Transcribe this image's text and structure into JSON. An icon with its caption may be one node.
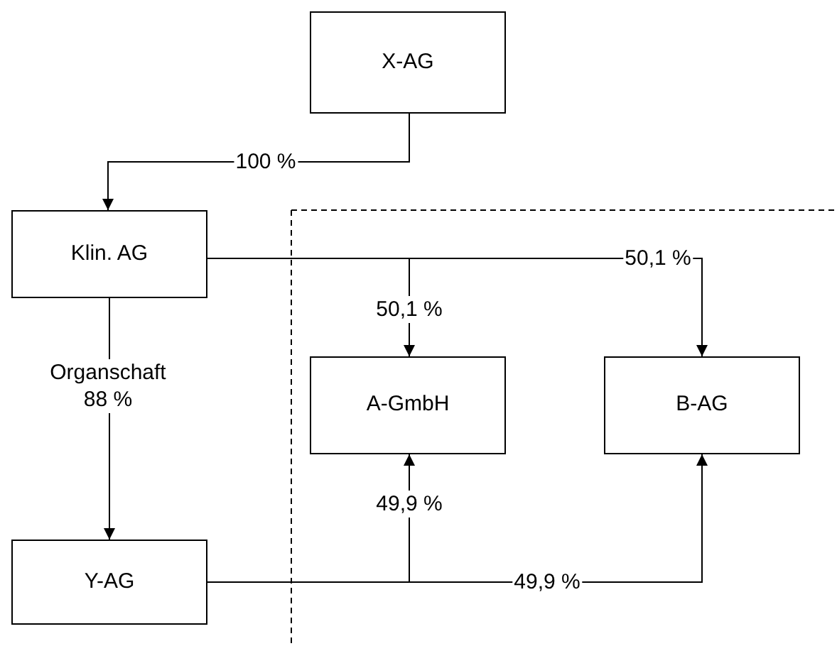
{
  "diagram": {
    "nodes": [
      {
        "text": [
          "X-AG"
        ]
      },
      {
        "text": [
          "Klin. AG"
        ]
      },
      {
        "text": [
          "A-GmbH"
        ]
      },
      {
        "text": [
          "B-AG"
        ]
      },
      {
        "text": [
          "Y-AG"
        ]
      }
    ],
    "edges": [
      {
        "from": 0,
        "to": 1,
        "arrow": "to",
        "label": "100 %"
      },
      {
        "from": 1,
        "to": 2,
        "arrow": "to",
        "label": "50,1 %"
      },
      {
        "from": 1,
        "to": 3,
        "arrow": "to",
        "label": "50,1 %"
      },
      {
        "from": 1,
        "to": 4,
        "arrow": "to",
        "label": "Organschaft 88 %"
      },
      {
        "from": 4,
        "to": 2,
        "arrow": "to",
        "label": "49,9 %"
      },
      {
        "from": 4,
        "to": 3,
        "arrow": "to",
        "label": "49,9 %"
      }
    ]
  }
}
